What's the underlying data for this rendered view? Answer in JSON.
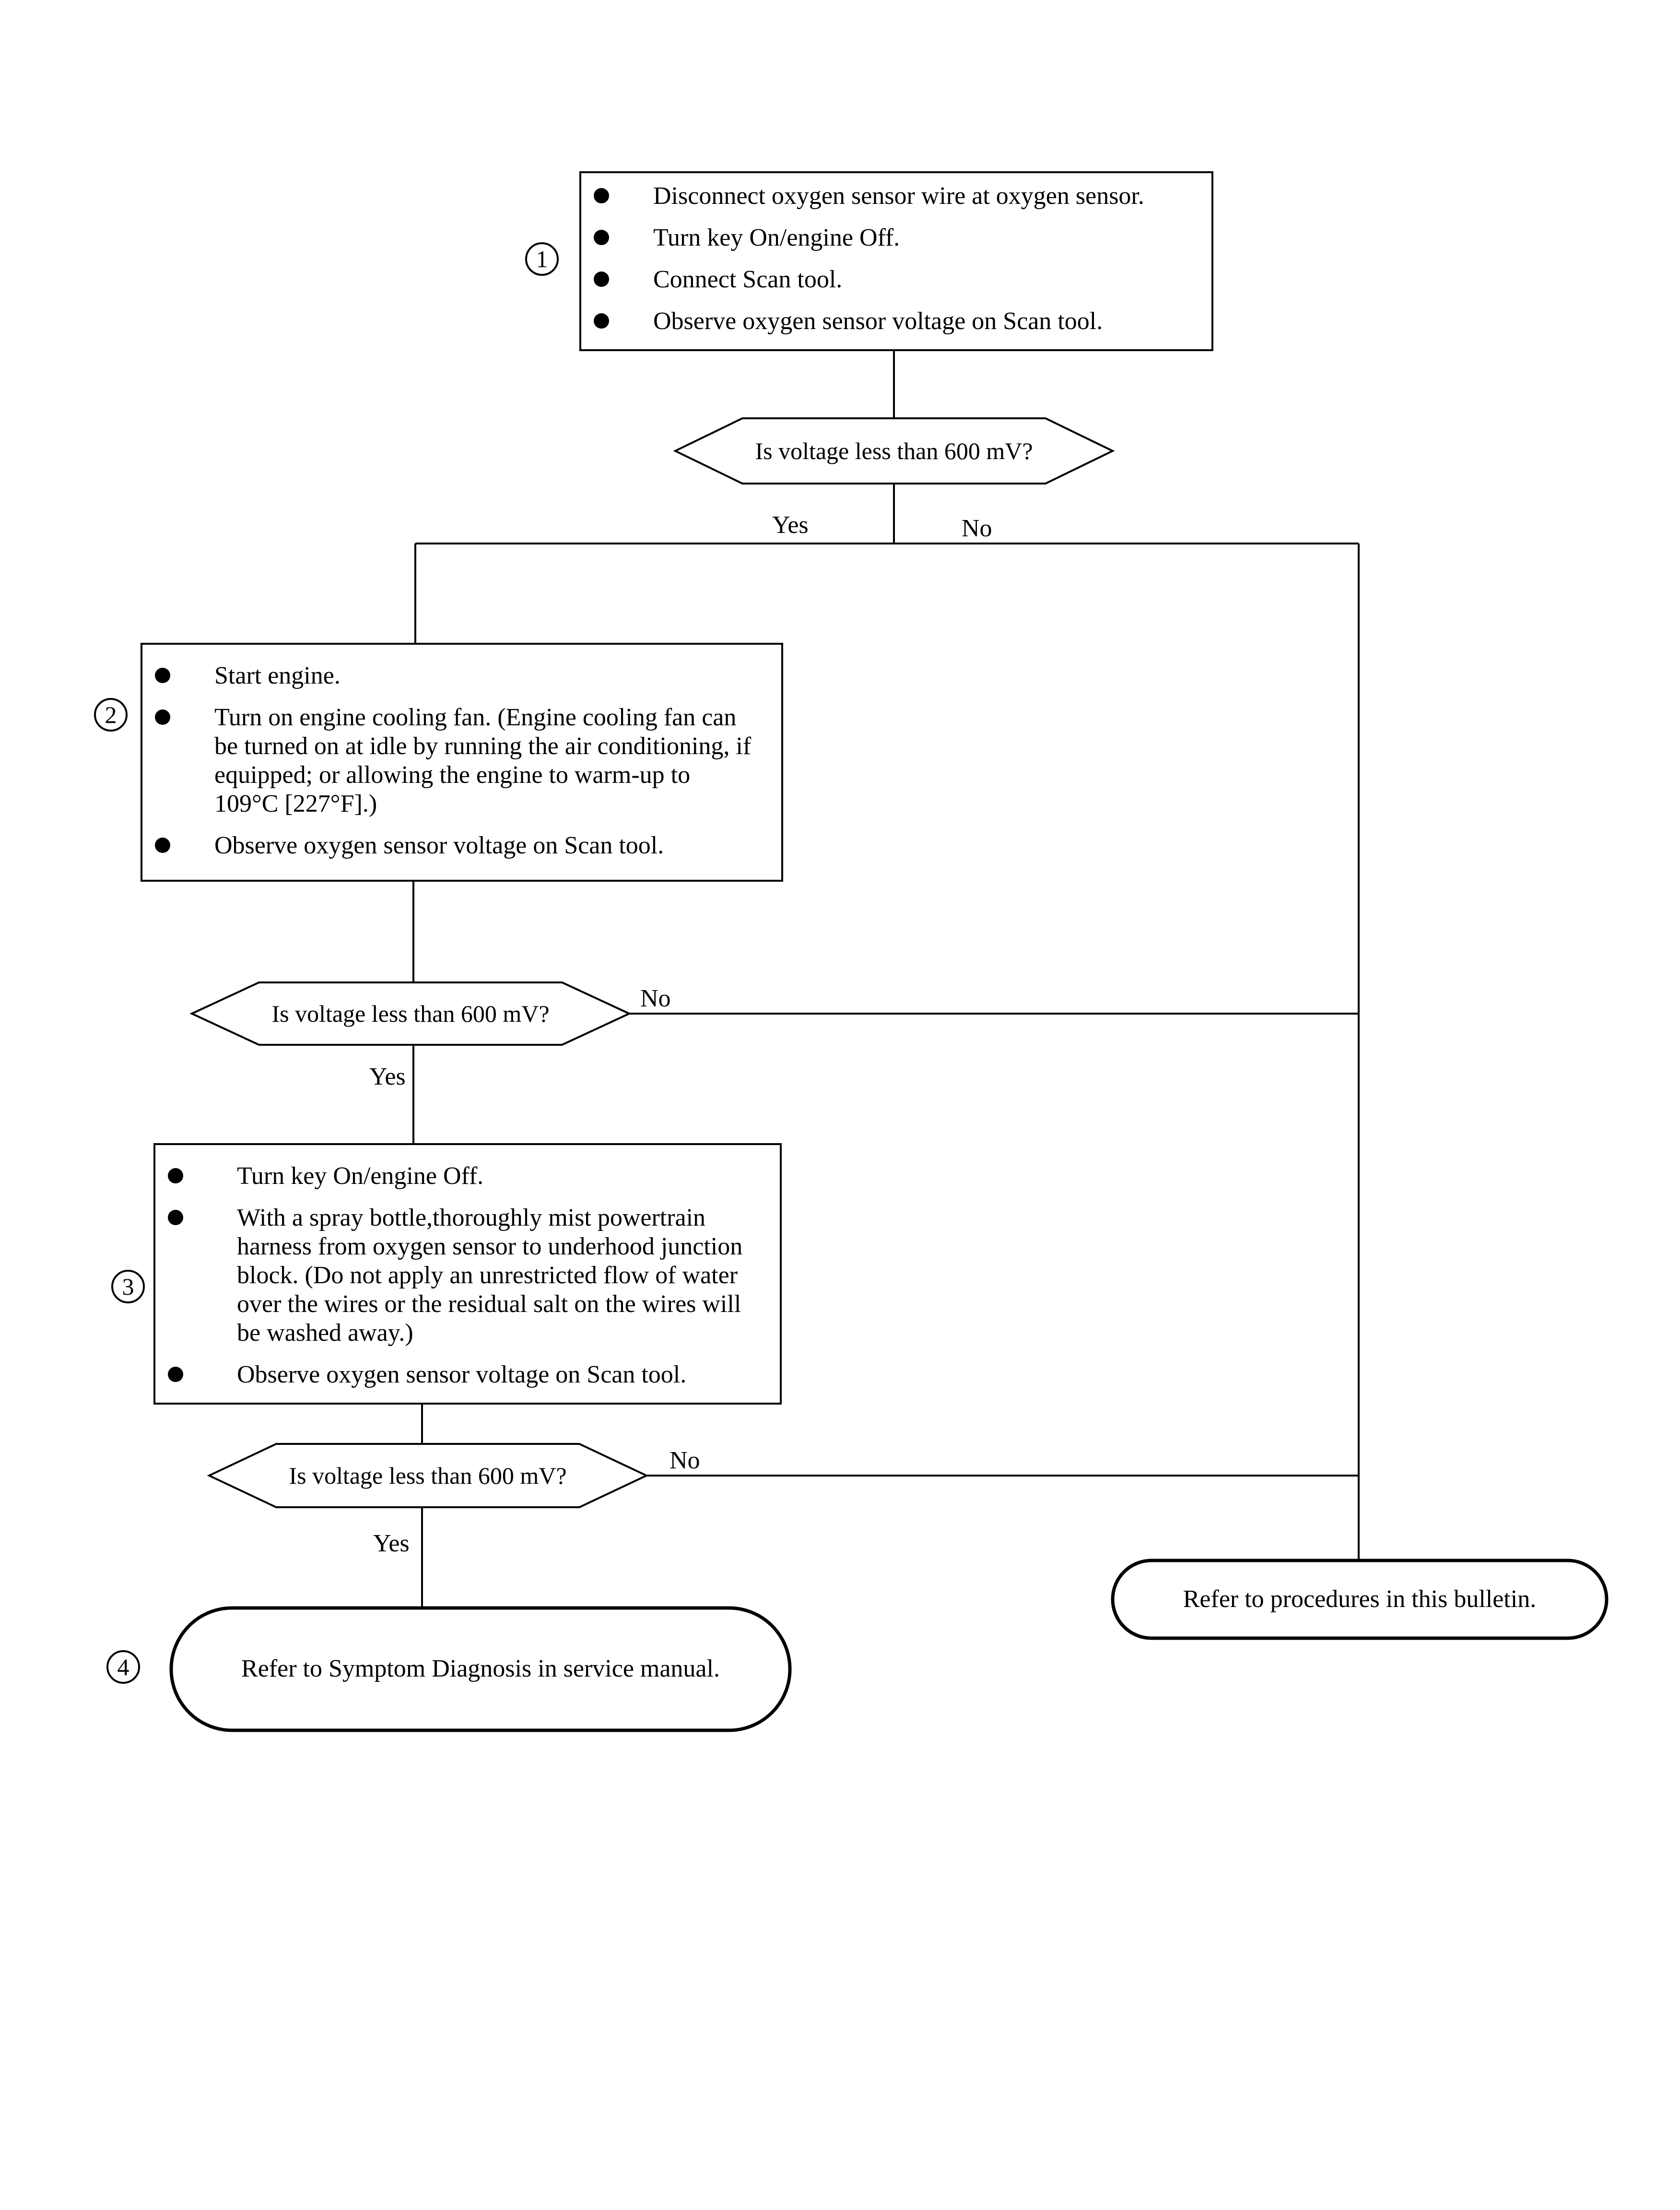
{
  "steps": [
    {
      "number": "1",
      "items": [
        "Disconnect oxygen sensor wire at oxygen sensor.",
        "Turn key On/engine Off.",
        "Connect Scan tool.",
        "Observe oxygen sensor voltage on Scan tool."
      ]
    },
    {
      "number": "2",
      "items": [
        "Start engine.",
        "Turn on engine cooling fan. (Engine cooling fan can be turned on at idle by running the air conditioning, if equipped; or allowing the engine to warm-up to 109°C [227°F].)",
        "Observe oxygen sensor voltage on Scan tool."
      ]
    },
    {
      "number": "3",
      "items": [
        "Turn key On/engine Off.",
        "With a spray bottle,thoroughly mist powertrain harness from oxygen sensor to underhood junction block. (Do not apply an unrestricted flow of water over the wires or the residual salt on the wires will be washed away.)",
        "Observe oxygen sensor voltage on Scan tool."
      ]
    },
    {
      "number": "4"
    }
  ],
  "decisions": [
    {
      "question": "Is voltage less than 600 mV?",
      "yes": "Yes",
      "no": "No"
    },
    {
      "question": "Is voltage less than 600 mV?",
      "yes": "Yes",
      "no": "No"
    },
    {
      "question": "Is voltage less than 600 mV?",
      "yes": "Yes",
      "no": "No"
    }
  ],
  "terminals": {
    "symptom_diagnosis": "Refer to Symptom Diagnosis in service manual.",
    "bulletin_procedures": "Refer to procedures in this bulletin."
  }
}
